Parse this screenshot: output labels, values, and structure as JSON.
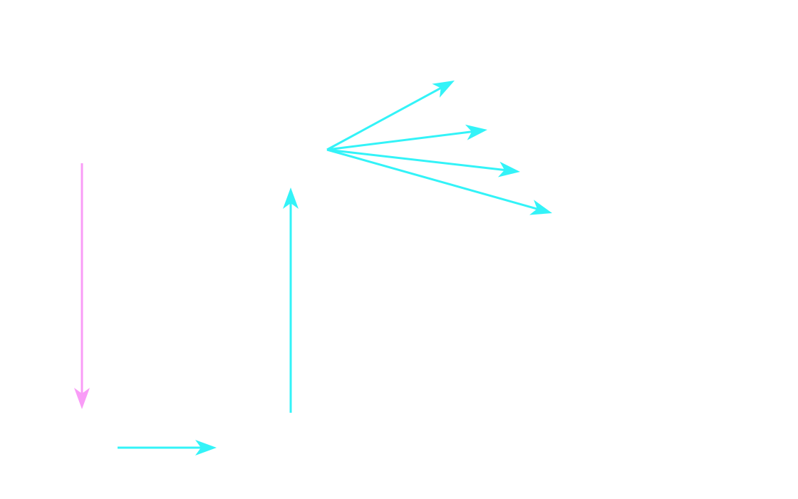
{
  "colors": {
    "background": "#ffffff",
    "cyan": "#33f3f8",
    "pink": "#f99cf7"
  },
  "arrows": [
    {
      "id": "arrow-down-pink",
      "color": "pink",
      "direction": "down"
    },
    {
      "id": "arrow-right-bottom",
      "color": "cyan",
      "direction": "right"
    },
    {
      "id": "arrow-up-center",
      "color": "cyan",
      "direction": "up"
    },
    {
      "id": "arrow-fan-1",
      "color": "cyan",
      "direction": "up-right"
    },
    {
      "id": "arrow-fan-2",
      "color": "cyan",
      "direction": "right"
    },
    {
      "id": "arrow-fan-3",
      "color": "cyan",
      "direction": "right"
    },
    {
      "id": "arrow-fan-4",
      "color": "cyan",
      "direction": "down-right"
    }
  ]
}
